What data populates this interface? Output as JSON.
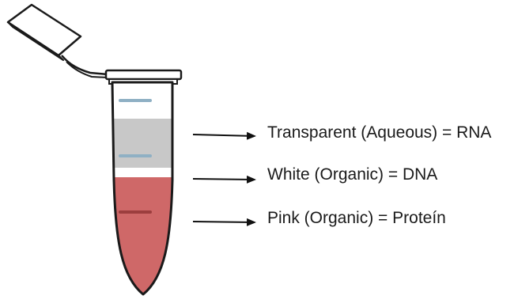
{
  "labels": {
    "aqueous": "Transparent (Aqueous) = RNA",
    "interphase": "White (Organic) = DNA",
    "organic": "Pink (Organic) = Proteín"
  },
  "colors": {
    "outline": "#1a1a1a",
    "tube_fill": "#ffffff",
    "aqueous_phase": "#c8c8c8",
    "interphase": "#ffffff",
    "organic_phase": "#cf6868",
    "band_blue": "#8fb0c4",
    "band_dark": "#9c3e3e",
    "arrow": "#111111",
    "text": "#1a1a1a"
  },
  "icons": {
    "tube": "microcentrifuge-tube-icon",
    "cap": "open-cap-icon"
  }
}
